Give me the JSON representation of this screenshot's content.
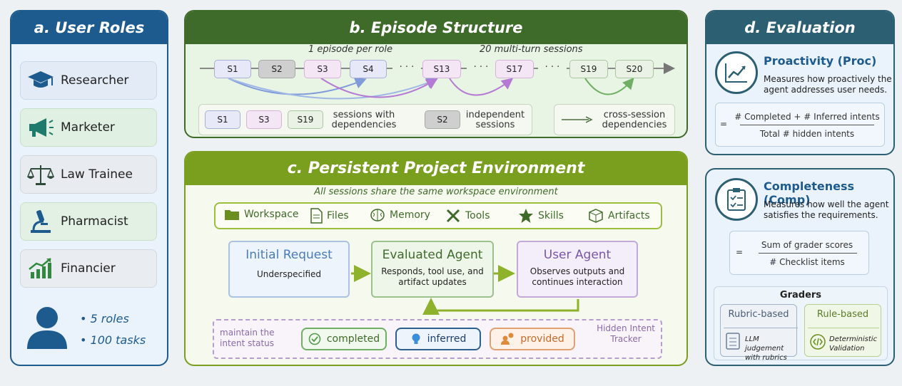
{
  "panel_a": {
    "title": "a. User Roles",
    "roles": [
      {
        "label": "Researcher",
        "icon": "graduation-cap-icon"
      },
      {
        "label": "Marketer",
        "icon": "megaphone-icon"
      },
      {
        "label": "Law Trainee",
        "icon": "scales-icon"
      },
      {
        "label": "Pharmacist",
        "icon": "microscope-icon"
      },
      {
        "label": "Financier",
        "icon": "growth-chart-icon"
      }
    ],
    "stats": [
      "• 5 roles",
      "• 100 tasks"
    ]
  },
  "panel_b": {
    "title": "b. Episode Structure",
    "note_left": "1 episode per role",
    "note_right": "20 multi-turn sessions",
    "sessions": [
      "S1",
      "S2",
      "S3",
      "S4",
      "S13",
      "S17",
      "S19",
      "S20"
    ],
    "ellipsis": "· · ·",
    "legend": {
      "dep_nodes": [
        "S1",
        "S3",
        "S19"
      ],
      "dep_label": "sessions with dependencies",
      "indep_node": "S2",
      "indep_label": "independent sessions",
      "cross_label": "cross-session dependencies"
    }
  },
  "panel_c": {
    "title": "c. Persistent Project Environment",
    "subtitle": "All sessions share the same workspace environment",
    "workspace": [
      "Workspace",
      "Files",
      "Memory",
      "Tools",
      "Skills",
      "Artifacts"
    ],
    "initial": {
      "title": "Initial Request",
      "desc": "Underspecified"
    },
    "evaluated": {
      "title": "Evaluated Agent",
      "desc1": "Responds, tool use, and",
      "desc2": "artifact updates"
    },
    "user": {
      "title": "User Agent",
      "desc1": "Observes outputs and",
      "desc2": "continues interaction"
    },
    "tracker": {
      "left1": "maintain the",
      "left2": "intent status",
      "right1": "Hidden Intent",
      "right2": "Tracker",
      "completed": "completed",
      "inferred": "inferred",
      "provided": "provided"
    }
  },
  "panel_d": {
    "title": "d. Evaluation",
    "proc": {
      "title": "Proactivity (Proc)",
      "desc1": "Measures how proactively the",
      "desc2": "agent addresses user needs.",
      "eq": "=",
      "num": "# Completed + # Inferred intents",
      "den": "Total # hidden intents"
    },
    "comp": {
      "title": "Completeness (Comp)",
      "desc1": "Measures how well the agent",
      "desc2": "satisfies the requirements.",
      "eq": "=",
      "num": "Sum of grader scores",
      "den": "# Checklist items"
    },
    "graders": {
      "title": "Graders",
      "rubric": {
        "title": "Rubric-based",
        "desc1": "LLM judgement",
        "desc2": "with rubrics"
      },
      "rule": {
        "title": "Rule-based",
        "desc1": "Deterministic",
        "desc2": "Validation"
      }
    }
  },
  "colors": {
    "blue": "#1d5b8f",
    "green_dark": "#3f6b2a",
    "olive": "#7a9e1d",
    "teal": "#2d5f73"
  }
}
